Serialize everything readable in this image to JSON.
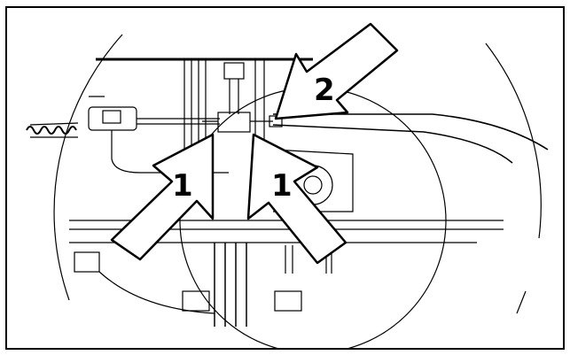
{
  "diagram": {
    "callouts": [
      {
        "id": "arrow-1-left",
        "label": "1"
      },
      {
        "id": "arrow-1-right",
        "label": "1"
      },
      {
        "id": "arrow-2",
        "label": "2"
      }
    ],
    "colors": {
      "line": "#000000",
      "background": "#ffffff"
    }
  }
}
